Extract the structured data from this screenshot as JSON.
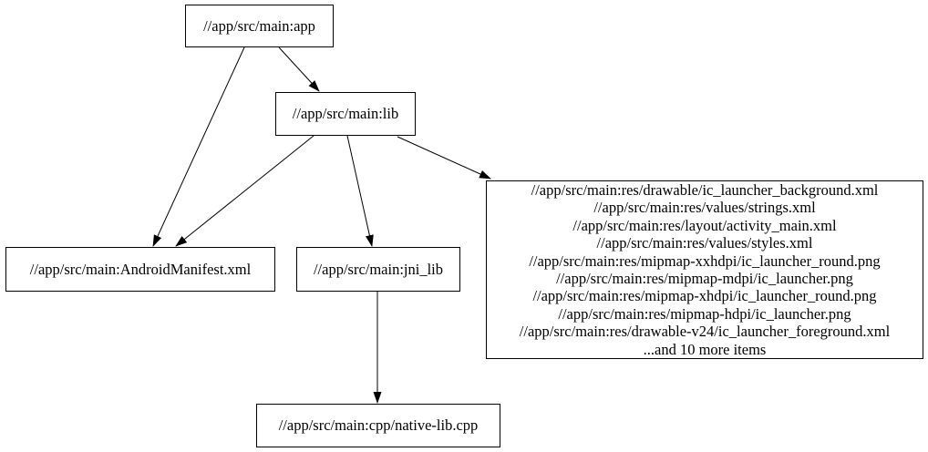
{
  "graph": {
    "background_color": "#ffffff",
    "stroke_color": "#000000",
    "nodes": {
      "app": {
        "label": "//app/src/main:app"
      },
      "lib": {
        "label": "//app/src/main:lib"
      },
      "android_manifest": {
        "label": "//app/src/main:AndroidManifest.xml"
      },
      "jni_lib": {
        "label": "//app/src/main:jni_lib"
      },
      "res_files": {
        "lines": [
          "//app/src/main:res/drawable/ic_launcher_background.xml",
          "//app/src/main:res/values/strings.xml",
          "//app/src/main:res/layout/activity_main.xml",
          "//app/src/main:res/values/styles.xml",
          "//app/src/main:res/mipmap-xxhdpi/ic_launcher_round.png",
          "//app/src/main:res/mipmap-mdpi/ic_launcher.png",
          "//app/src/main:res/mipmap-xhdpi/ic_launcher_round.png",
          "//app/src/main:res/mipmap-hdpi/ic_launcher.png",
          "//app/src/main:res/drawable-v24/ic_launcher_foreground.xml",
          "...and 10 more items"
        ]
      },
      "native_lib_cpp": {
        "label": "//app/src/main:cpp/native-lib.cpp"
      }
    },
    "edges": [
      {
        "from": "app",
        "to": "lib"
      },
      {
        "from": "app",
        "to": "android_manifest"
      },
      {
        "from": "lib",
        "to": "android_manifest"
      },
      {
        "from": "lib",
        "to": "jni_lib"
      },
      {
        "from": "lib",
        "to": "res_files"
      },
      {
        "from": "jni_lib",
        "to": "native_lib_cpp"
      }
    ]
  }
}
